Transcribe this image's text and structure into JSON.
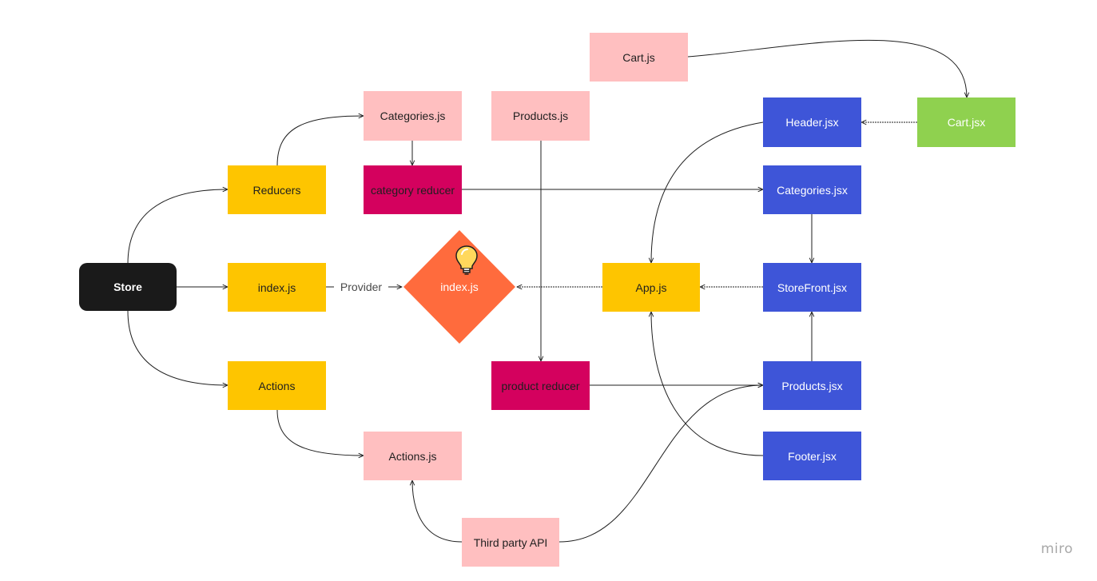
{
  "nodes": {
    "store": "Store",
    "reducers": "Reducers",
    "store_index": "index.js",
    "actions": "Actions",
    "categories_js": "Categories.js",
    "category_reducer": "category reducer",
    "products_js": "Products.js",
    "product_reducer": "product reducer",
    "actions_js": "Actions.js",
    "third_party_api": "Third party API",
    "cart_js": "Cart.js",
    "root_index": "index.js",
    "app_js": "App.js",
    "header_jsx": "Header.jsx",
    "categories_jsx": "Categories.jsx",
    "storefront_jsx": "StoreFront.jsx",
    "products_jsx": "Products.jsx",
    "footer_jsx": "Footer.jsx",
    "cart_jsx": "Cart.jsx"
  },
  "edge_labels": {
    "provider": "Provider"
  },
  "icons": {
    "idea": "lightbulb-icon"
  },
  "colors": {
    "pink": "#ffbfc0",
    "yellow": "#fec500",
    "magenta": "#d4015e",
    "blue": "#3e55d8",
    "green": "#8fd14f",
    "orange": "#ff6b3d",
    "black": "#1a1a1a"
  },
  "watermark": "miro"
}
